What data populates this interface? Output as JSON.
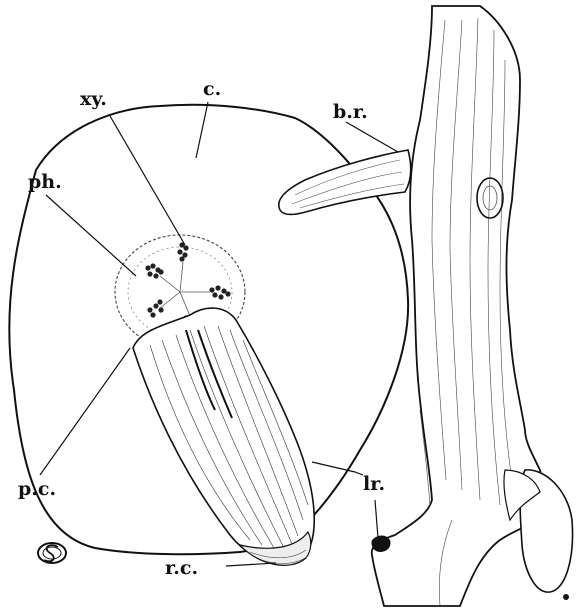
{
  "figure": {
    "labels": {
      "xy": "xy.",
      "c": "c.",
      "br": "b.r.",
      "ph": "ph.",
      "pc": "p.c.",
      "lr": "lr.",
      "rc": "r.c."
    },
    "colors": {
      "ink": "#111111",
      "paper": "#ffffff"
    },
    "icons": {
      "monogram": "circle-s-monogram-icon"
    }
  }
}
